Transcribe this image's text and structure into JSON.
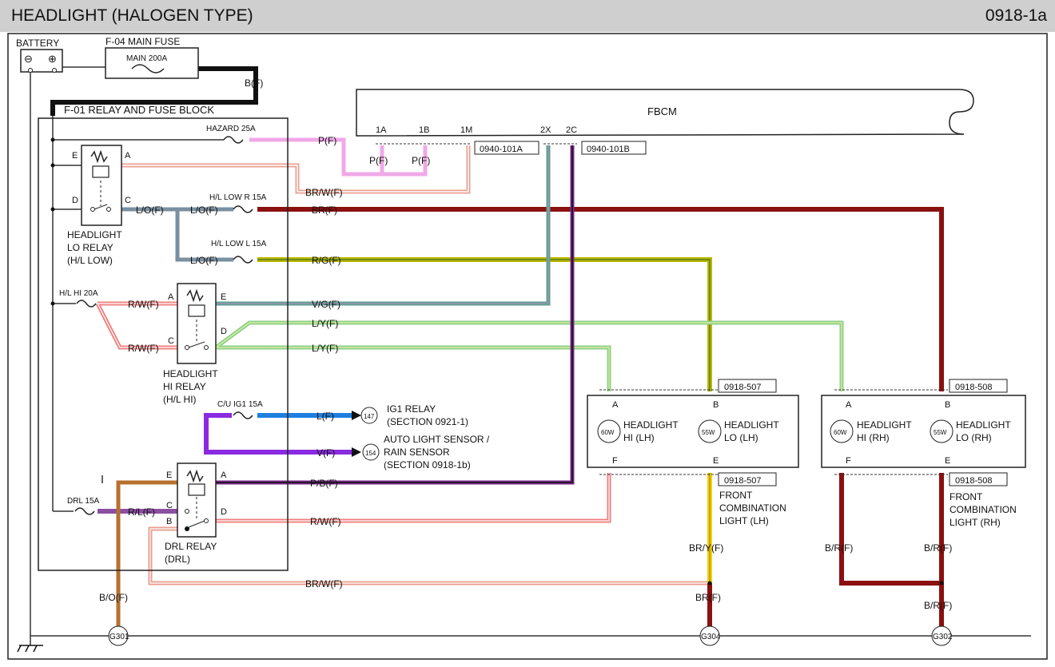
{
  "header": {
    "title": "HEADLIGHT (HALOGEN TYPE)",
    "code": "0918-1a"
  },
  "colors": {
    "pink": "#f0a8e8",
    "brown_white": "#e8a090",
    "brown": "#8b1010",
    "lo": "#7a8fa0",
    "rg": "#b8b800",
    "vg": "#5aa090",
    "ly": "#8ed08a",
    "rw": "#f08080",
    "blue": "#1e7fe0",
    "violet": "#8a2be2",
    "pb": "#7a2a8a",
    "bo": "#b87030",
    "rl": "#8a4fa0",
    "bry": "#f0d000",
    "br": "#8b1010",
    "black": "#111111"
  },
  "battery": {
    "label": "BATTERY",
    "neg": "⊖",
    "pos": "⊕"
  },
  "main_fuse": {
    "title": "F-04  MAIN FUSE",
    "rating": "MAIN 200A"
  },
  "relay_block": {
    "title": "F-01  RELAY AND FUSE BLOCK"
  },
  "fbcm": {
    "title": "FBCM",
    "pins": [
      "1A",
      "1B",
      "1M",
      "2X",
      "2C"
    ],
    "connector_a": "0940-101A",
    "connector_b": "0940-101B"
  },
  "fuses": {
    "hazard": "HAZARD 25A",
    "hl_low_r": "H/L LOW R 15A",
    "hl_low_l": "H/L LOW L 15A",
    "hl_hi": "H/L HI 20A",
    "cu_ig1": "C/U IG1 15A",
    "drl": "DRL 15A"
  },
  "relays": {
    "lo": [
      "HEADLIGHT",
      "LO RELAY",
      "(H/L LOW)"
    ],
    "hi": [
      "HEADLIGHT",
      "HI RELAY",
      "(H/L HI)"
    ],
    "drl": [
      "DRL RELAY",
      "(DRL)"
    ]
  },
  "pins": {
    "a": "A",
    "b": "B",
    "c": "C",
    "d": "D",
    "e": "E",
    "f": "F"
  },
  "wires": {
    "bf": "B(F)",
    "pf": "P(F)",
    "brwf": "BR/W(F)",
    "lof": "L/O(F)",
    "brf": "BR(F)",
    "rgf": "R/G(F)",
    "rwf": "R/W(F)",
    "vgf": "V/G(F)",
    "lyf": "L/Y(F)",
    "lf": "L(F)",
    "vf": "V(F)",
    "pbf": "P/B(F)",
    "rlf": "R/L(F)",
    "bof": "B/O(F)",
    "bryf": "BR/Y(F)",
    "brf2": "B/R(F)"
  },
  "refs": {
    "ig1": [
      "IG1 RELAY",
      "(SECTION 0921-1)"
    ],
    "auto": [
      "AUTO LIGHT SENSOR /",
      "RAIN SENSOR",
      "(SECTION 0918-1b)"
    ],
    "ig1_badge": "147",
    "auto_badge": "154"
  },
  "lamp_lh": {
    "connector_top": "0918-507",
    "connector_bottom": "0918-507",
    "hi": [
      "HEADLIGHT",
      "HI (LH)"
    ],
    "lo": [
      "HEADLIGHT",
      "LO (LH)"
    ],
    "hi_watt": "60W",
    "lo_watt": "55W",
    "combo": [
      "FRONT",
      "COMBINATION",
      "LIGHT (LH)"
    ]
  },
  "lamp_rh": {
    "connector_top": "0918-508",
    "connector_bottom": "0918-508",
    "hi": [
      "HEADLIGHT",
      "HI (RH)"
    ],
    "lo": [
      "HEADLIGHT",
      "LO (RH)"
    ],
    "hi_watt": "60W",
    "lo_watt": "55W",
    "combo": [
      "FRONT",
      "COMBINATION",
      "LIGHT (RH)"
    ]
  },
  "grounds": [
    "G301",
    "G304",
    "G302"
  ]
}
